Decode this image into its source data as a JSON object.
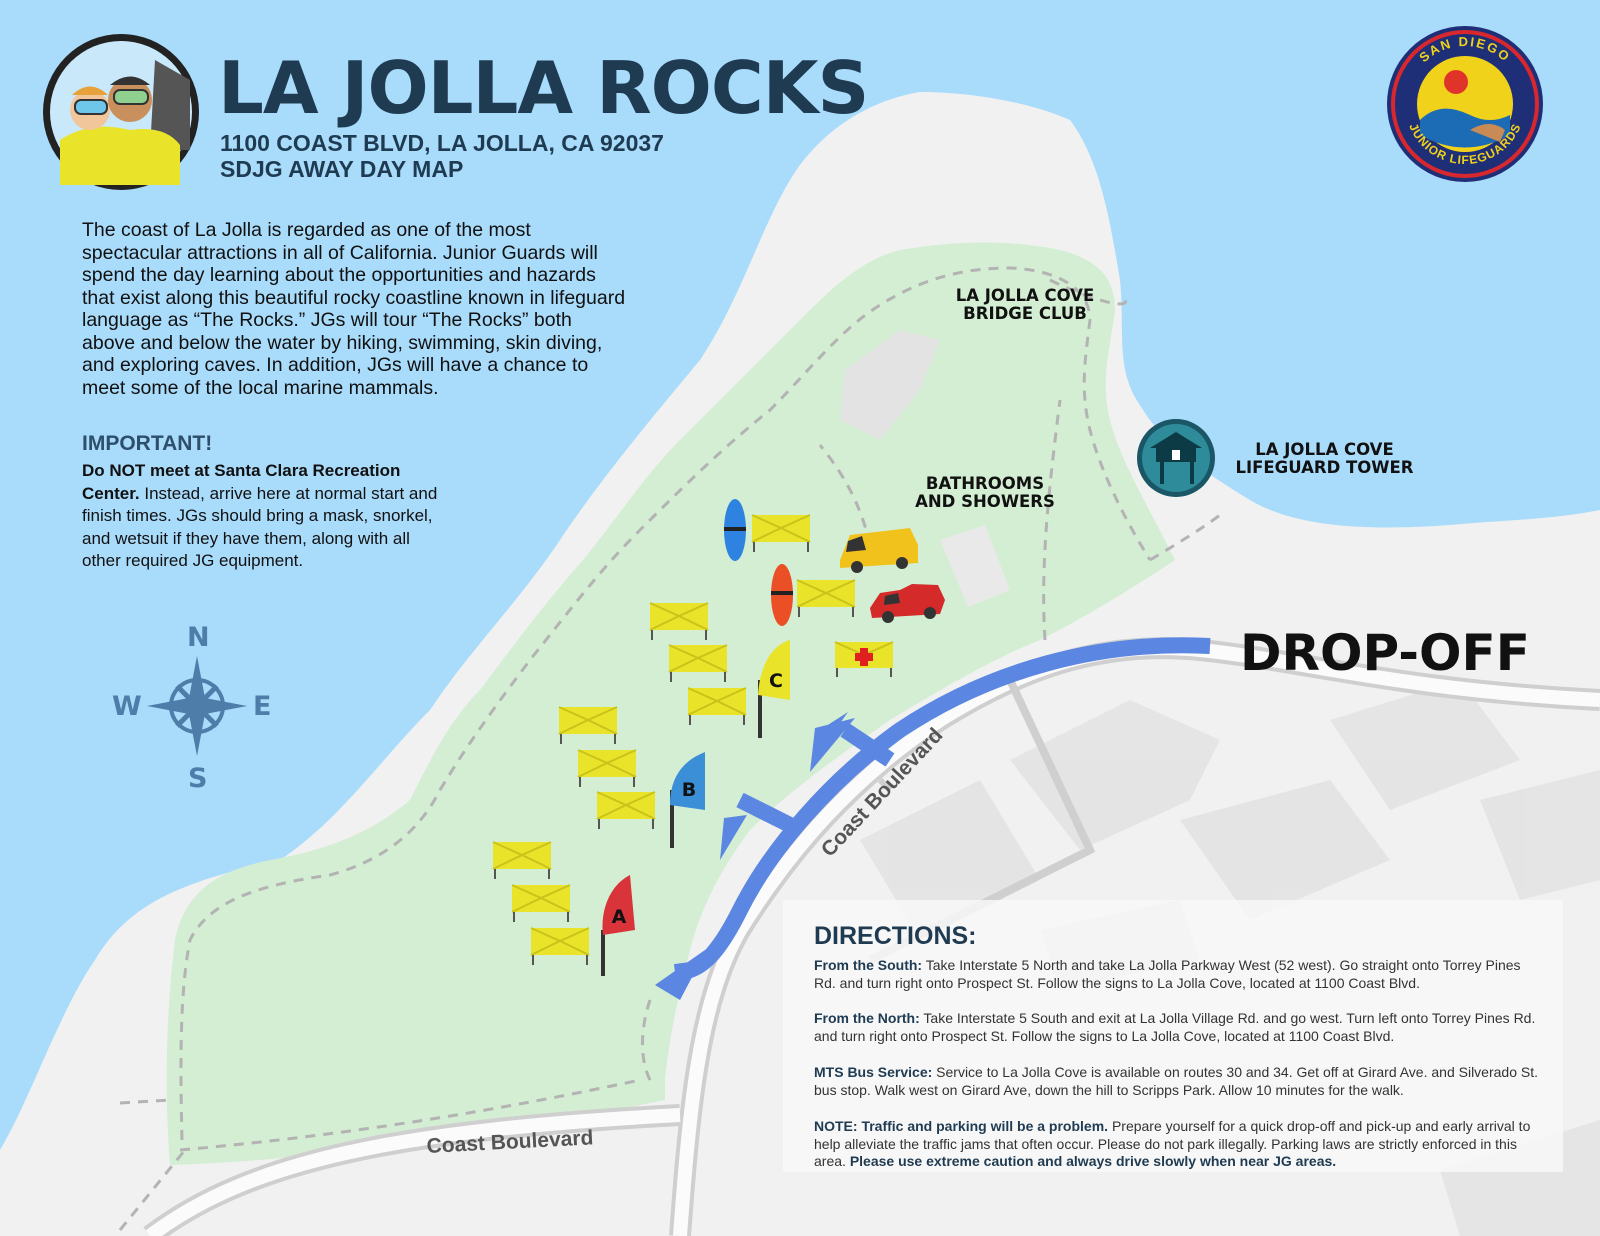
{
  "header": {
    "title": "LA JOLLA ROCKS",
    "address": "1100 COAST BLVD, LA JOLLA, CA 92037",
    "subtitle": "SDJG AWAY DAY MAP"
  },
  "intro": "The coast of La Jolla is regarded as one of the most spectacular attractions in all of California.  Junior Guards will spend the day learning about the opportunities and hazards that exist along this beautiful rocky coastline known in lifeguard language as “The Rocks.” JGs will tour “The Rocks” both above and below the water by hiking, swimming, skin diving, and exploring caves.  In addition, JGs will have a chance to meet some of the local marine mammals.",
  "important": {
    "heading": "IMPORTANT!",
    "bold": "Do NOT meet at Santa Clara Recreation Center.",
    "text": " Instead, arrive here at normal start and finish times. JGs should bring a mask, snorkel, and wetsuit if they have them, along with all other required JG equipment."
  },
  "compass": {
    "n": "N",
    "s": "S",
    "e": "E",
    "w": "W",
    "icon": "compass-rose-icon"
  },
  "map_labels": {
    "bridge_club": [
      "LA JOLLA COVE",
      "BRIDGE CLUB"
    ],
    "bathrooms": [
      "BATHROOMS",
      "AND SHOWERS"
    ],
    "tower": [
      "LA JOLLA COVE",
      "LIFEGUARD TOWER"
    ],
    "dropoff": "DROP-OFF",
    "road_diag": "Coast Boulevard",
    "road_bottom": "Coast Boulevard",
    "flags": [
      "A",
      "B",
      "C"
    ]
  },
  "logo": {
    "top": "SAN DIEGO",
    "bottom": "JUNIOR LIFEGUARDS",
    "icon": "sdjg-seal-icon"
  },
  "directions": {
    "heading": "DIRECTIONS:",
    "items": [
      {
        "label": "From the South:",
        "text": " Take Interstate 5 North and take La Jolla Parkway West (52 west).  Go straight onto Torrey Pines Rd. and turn right onto Prospect St.  Follow the signs to La Jolla Cove, located at 1100 Coast Blvd."
      },
      {
        "label": "From the North:",
        "text": " Take Interstate 5 South and exit at La Jolla Village Rd. and go west.  Turn left onto Torrey Pines Rd. and turn right onto Prospect St. Follow the signs to La Jolla Cove, located at 1100 Coast Blvd."
      },
      {
        "label": "MTS Bus Service:",
        "text": " Service to La Jolla Cove is available on routes 30 and 34.  Get off at Girard Ave. and Silverado St. bus stop. Walk west on Girard Ave, down the hill to Scripps Park.  Allow 10 minutes for the walk."
      },
      {
        "label": "NOTE: Traffic and parking will be a problem.",
        "text": "  Prepare yourself for a quick drop-off and pick-up and early arrival to help alleviate the traffic jams that often occur.  Please do not park illegally.  Parking laws are strictly enforced in this area.  ",
        "tail": "Please use extreme caution and always drive slowly when near JG areas."
      }
    ]
  },
  "colors": {
    "ocean": "#a9dbfb",
    "land": "#f1f1f1",
    "park": "#d3eed3",
    "route": "#5b86e1",
    "title": "#1f3b52",
    "tent": "#e9e32a"
  }
}
